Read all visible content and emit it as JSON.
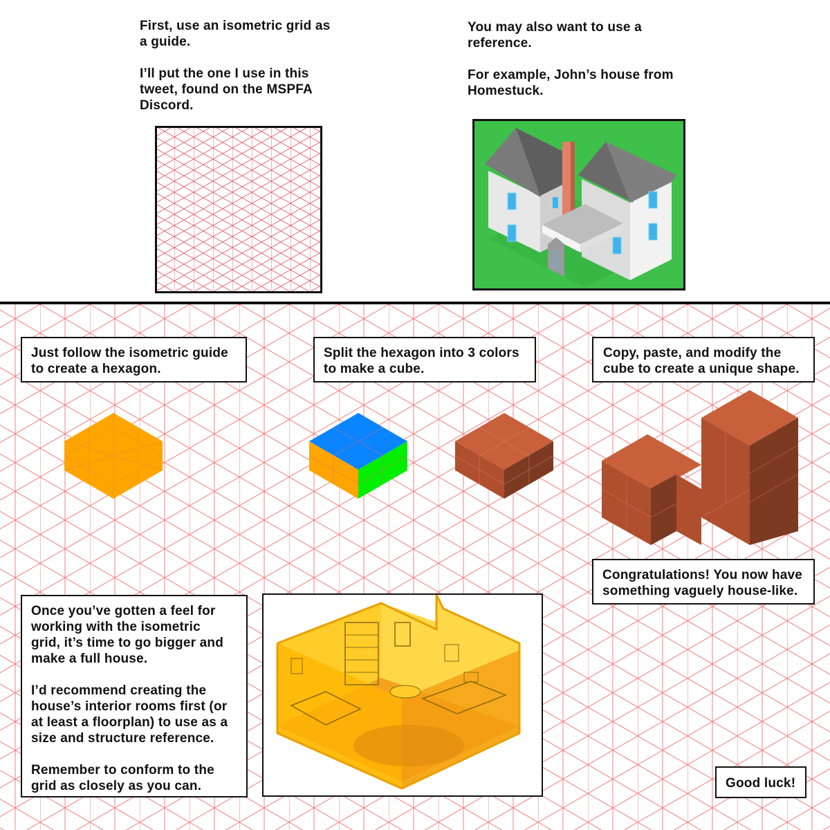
{
  "top_left_text": "First, use an isometric grid as\na guide.\n\nI’ll put the one I use in this\ntweet, found on the MSPFA\nDiscord.",
  "top_right_text": "You may also want to use a\nreference.\n\nFor example, John’s house from\nHomestuck.",
  "step1": "Just follow the isometric guide\nto create a hexagon.",
  "step2": "Split the hexagon into 3 colors\nto make a cube.",
  "step3": "Copy, paste, and modify the\ncube to create a unique shape.",
  "congrats": "Congratulations! You now have\nsomething vaguely house-like.",
  "bigger": "Once you’ve gotten a feel for\nworking with the isometric\ngrid, it’s time to go bigger and\nmake a full house.\n\nI’d recommend creating the\nhouse’s interior rooms first (or\nat least a floorplan) to use as a\nsize and structure reference.\n\nRemember to conform to the\ngrid as closely as you can.",
  "good_luck": "Good luck!",
  "colors": {
    "grid_line": "#f08080",
    "hexagon": "#ffa500",
    "cube_top": "#0a84ff",
    "cube_left": "#ffa500",
    "cube_right": "#00ee00",
    "brick": "#c8603c",
    "reference_bg": "#3ec04a",
    "room_overlay": "#ffb400"
  },
  "icons": [
    "isometric-grid",
    "house-reference-image",
    "orange-hexagon",
    "tricolor-cube",
    "brick-cube",
    "brick-shape",
    "bedroom-interior"
  ]
}
